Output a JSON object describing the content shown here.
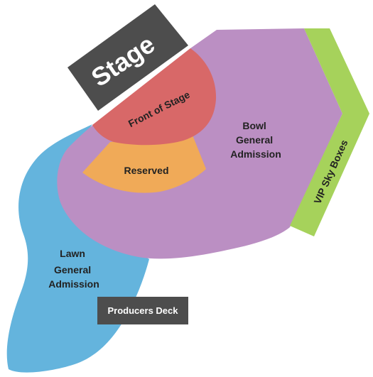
{
  "map": {
    "stage": {
      "label": "Stage",
      "color": "#4d4d4d"
    },
    "sections": {
      "front_of_stage": {
        "label": "Front of Stage",
        "color": "#d86868"
      },
      "reserved": {
        "label": "Reserved",
        "color": "#f0aa58"
      },
      "bowl_ga": {
        "lines": [
          "Bowl",
          "General",
          "Admission"
        ],
        "color": "#bb8fc3"
      },
      "lawn_ga": {
        "lines": [
          "Lawn",
          "General",
          "Admission"
        ],
        "color": "#64b4dd"
      },
      "vip_sky_boxes": {
        "label": "VIP Sky Boxes",
        "color": "#a6d25b"
      },
      "producers_deck": {
        "label": "Producers Deck",
        "color": "#4d4d4d"
      }
    }
  }
}
